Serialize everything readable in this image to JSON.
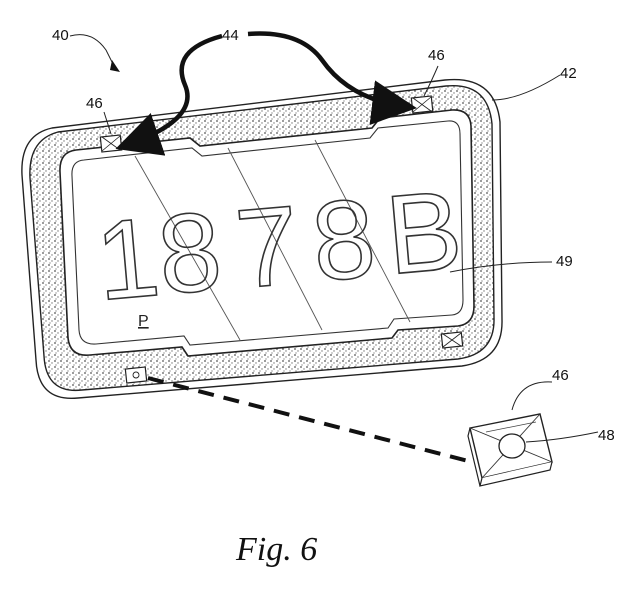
{
  "figure": {
    "caption": "Fig. 6",
    "labels": {
      "ref_40": "40",
      "ref_44": "44",
      "ref_46_left": "46",
      "ref_46_right": "46",
      "ref_42": "42",
      "ref_49": "49",
      "ref_46_lower": "46",
      "ref_48": "48"
    },
    "plate": {
      "characters": [
        "1",
        "8",
        "7",
        "8",
        "B"
      ],
      "small_text": "P"
    }
  }
}
